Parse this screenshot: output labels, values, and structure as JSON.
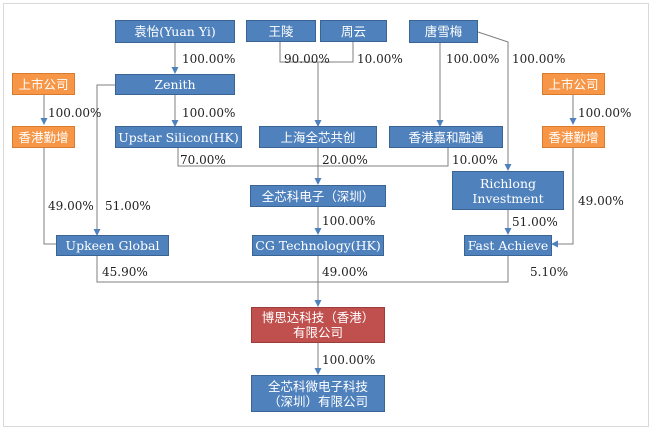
{
  "colors": {
    "company": "#4f81bd",
    "listed": "#f79646",
    "focus": "#c0504d",
    "line": "#7f7f7f"
  },
  "nodes": {
    "yuan_yi": "袁怡(Yuan Yi)",
    "wang_ling": "王陵",
    "zhou_yun": "周云",
    "tang_xuemei": "唐雪梅",
    "listed_left": "上市公司",
    "listed_right": "上市公司",
    "zenith": "Zenith",
    "hk_qinzeng_left": "香港勤增",
    "hk_qinzeng_right": "香港勤增",
    "upstar": "Upstar Silicon(HK)",
    "sh_quanxin": "上海全芯共创",
    "hk_jiahe": "香港嘉和融通",
    "richlong": "Richlong\nInvestment",
    "qx_sz": "全芯科电子（深圳）",
    "upkeen": "Upkeen Global",
    "cg_hk": "CG Technology(HK)",
    "fast_achieve": "Fast Achieve",
    "bosida": "博思达科技（香港）\n有限公司",
    "qx_micro": "全芯科微电子科技\n（深圳）有限公司"
  },
  "percents": {
    "yuan_zenith": "100.00%",
    "wang_sh": "90.00%",
    "zhou_sh": "10.00%",
    "tang_jiahe": "100.00%",
    "tang_richlong": "100.00%",
    "listed_left_hk": "100.00%",
    "listed_right_hk": "100.00%",
    "zenith_upstar": "100.00%",
    "upstar_qx": "70.00%",
    "sh_qx": "20.00%",
    "jiahe_qx": "10.00%",
    "hkleft_upkeen": "49.00%",
    "zenith_upkeen": "51.00%",
    "richlong_fast": "51.00%",
    "hkright_fast": "49.00%",
    "qx_cg": "100.00%",
    "upkeen_bosida": "45.90%",
    "cg_bosida": "49.00%",
    "fast_bosida": "5.10%",
    "bosida_micro": "100.00%"
  }
}
